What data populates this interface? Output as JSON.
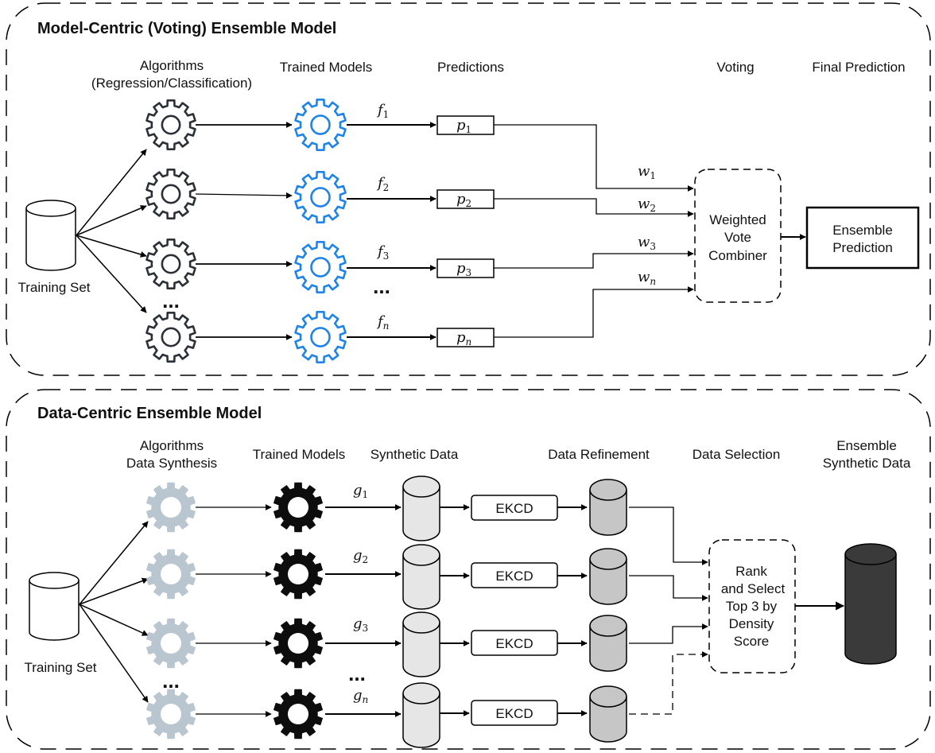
{
  "model_centric": {
    "title": "Model-Centric (Voting) Ensemble Model",
    "headers": {
      "algorithms_line1": "Algorithms",
      "algorithms_line2": "(Regression/Classification)",
      "trained_models": "Trained Models",
      "predictions": "Predictions",
      "voting": "Voting",
      "final_prediction": "Final Prediction"
    },
    "training_set": "Training Set",
    "models": [
      {
        "f": "f",
        "f_sub": "1",
        "p": "p",
        "p_sub": "1",
        "w": "w",
        "w_sub": "1"
      },
      {
        "f": "f",
        "f_sub": "2",
        "p": "p",
        "p_sub": "2",
        "w": "w",
        "w_sub": "2"
      },
      {
        "f": "f",
        "f_sub": "3",
        "p": "p",
        "p_sub": "3",
        "w": "w",
        "w_sub": "3"
      },
      {
        "f": "f",
        "f_sub": "n",
        "p": "p",
        "p_sub": "n",
        "w": "w",
        "w_sub": "n"
      }
    ],
    "dots": "...",
    "combiner": {
      "line1": "Weighted",
      "line2": "Vote",
      "line3": "Combiner"
    },
    "output": {
      "line1": "Ensemble",
      "line2": "Prediction"
    },
    "colors": {
      "algorithm_gear": "#2b3036",
      "trained_gear": "#1f84e8"
    }
  },
  "data_centric": {
    "title": "Data-Centric Ensemble Model",
    "headers": {
      "algorithms_line1": "Algorithms",
      "algorithms_line2": "Data Synthesis",
      "trained_models": "Trained Models",
      "synthetic_data": "Synthetic Data",
      "data_refinement": "Data Refinement",
      "data_selection": "Data Selection",
      "ensemble_line1": "Ensemble",
      "ensemble_line2": "Synthetic Data"
    },
    "training_set": "Training Set",
    "models": [
      {
        "g": "g",
        "g_sub": "1",
        "refine": "EKCD"
      },
      {
        "g": "g",
        "g_sub": "2",
        "refine": "EKCD"
      },
      {
        "g": "g",
        "g_sub": "3",
        "refine": "EKCD"
      },
      {
        "g": "g",
        "g_sub": "n",
        "refine": "EKCD"
      }
    ],
    "dots": "...",
    "selector": {
      "line1": "Rank",
      "line2": "and Select",
      "line3": "Top 3 by",
      "line4": "Density",
      "line5": "Score"
    },
    "colors": {
      "algorithm_gear": "#b9c6d0",
      "trained_gear": "#0d0d0d",
      "synthetic_fill": "#e6e6e6",
      "refined_fill": "#c6c6c6",
      "ensemble_fill": "#3a3a3a"
    }
  }
}
